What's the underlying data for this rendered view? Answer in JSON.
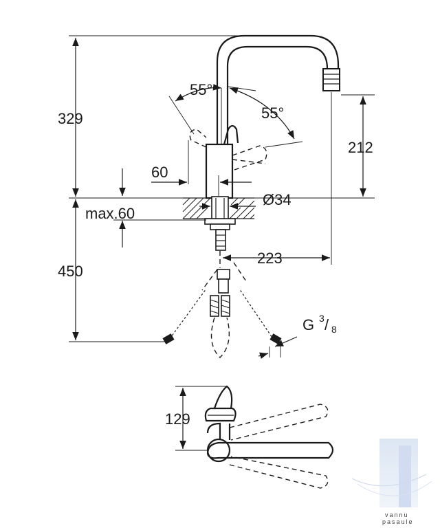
{
  "dimensions": {
    "height_total": "329",
    "angle_left": "55°",
    "angle_right": "55°",
    "spout_height": "212",
    "lever_clearance": "60",
    "diameter": "Ø34",
    "max_thickness": "max.60",
    "below_counter": "450",
    "reach": "223",
    "thread_main": "G",
    "thread_num": "3",
    "thread_den": "8",
    "plan_depth": "129"
  },
  "watermark": {
    "text1": "vannu",
    "text2": "pasaule"
  },
  "colors": {
    "line": "#1a1a1a",
    "watermark": "#b8c9e6"
  }
}
